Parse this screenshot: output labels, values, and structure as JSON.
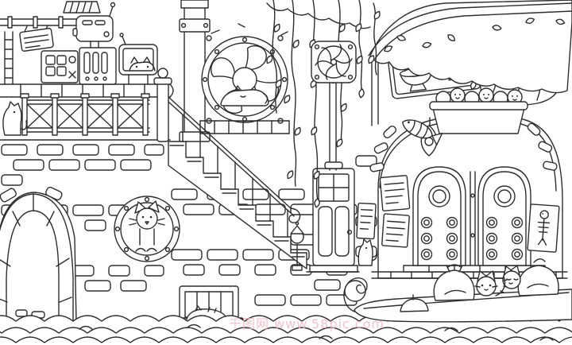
{
  "meta": {
    "artwork_type": "black-and-white line-art coloring page",
    "scene_title": "Canal-side cat town: noodle shop, staircase and gondola",
    "background_color": "#ffffff",
    "line_color": "#2e2e2e"
  },
  "watermark": {
    "text": "千图网 www.58pic.com",
    "color": "#f2b4bf"
  },
  "scene": {
    "objects": [
      {
        "name": "rooftop-contraption",
        "description": "toaster-shaped machine under a striped canopy with antenna and feed pipes"
      },
      {
        "name": "hanging-sign",
        "description": "tilted signboard with scribbled text hanging from the pipe"
      },
      {
        "name": "control-panels",
        "description": "boxes with square buttons, dial, vents and an X switch"
      },
      {
        "name": "cat-monitor",
        "description": "small screen with a cat face peeking up"
      },
      {
        "name": "service-ladder",
        "description": "short ladder on the left edge"
      },
      {
        "name": "upper-platform",
        "description": "stone ledge carrying the machines"
      },
      {
        "name": "cross-brace-fence",
        "description": "railing of posts with X cross braces"
      },
      {
        "name": "sitting-cat",
        "description": "cat sitting on the far-left ledge"
      },
      {
        "name": "square-column",
        "description": "tall square pillar with collared cap"
      },
      {
        "name": "wheel-window",
        "description": "large round window with four curved blades and bolted rim"
      },
      {
        "name": "window-sleeping-cat",
        "description": "cat asleep along the bottom of the round window"
      },
      {
        "name": "ventilation-fan",
        "description": "boxed fan on a pole above the small door"
      },
      {
        "name": "ivy-vines",
        "description": "hanging vine strands with leaves"
      },
      {
        "name": "leafy-awning",
        "description": "curved roof edged with foliage clusters"
      },
      {
        "name": "noodle-sign",
        "description": "board showing two noodle bowls with chopsticks and steam"
      },
      {
        "name": "wrapped-bundle",
        "description": "large pleated bundle tied at the top"
      },
      {
        "name": "bun-tray",
        "description": "tray of round buns, some with little faces"
      },
      {
        "name": "hanging-fish",
        "description": "small fish by the tray"
      },
      {
        "name": "lantern",
        "description": "teardrop lantern hanging between sign and doors"
      },
      {
        "name": "dome-shop",
        "description": "stone dome building with block-edged walls"
      },
      {
        "name": "arched-doors",
        "description": "two arched doors, each with porthole window and six round knobs"
      },
      {
        "name": "menu-posters",
        "description": "paper menus with scribbled lines"
      },
      {
        "name": "fishbone-poster",
        "description": "poster with a fish skeleton"
      },
      {
        "name": "staircase",
        "description": "stone steps descending to the right"
      },
      {
        "name": "stair-railing",
        "description": "sloped handrail with balusters and scroll end"
      },
      {
        "name": "stone-wall",
        "description": "wall of scattered outlined bricks"
      },
      {
        "name": "arched-tunnel",
        "description": "stone arch with radiating voussoirs"
      },
      {
        "name": "porthole-cat",
        "description": "round porthole window with a cat looking out"
      },
      {
        "name": "panel-door",
        "description": "door with four-pane window and two panels"
      },
      {
        "name": "wall-lamp",
        "description": "small round lamp on a post"
      },
      {
        "name": "doorstep-cat",
        "description": "small cat beside the door"
      },
      {
        "name": "basement-window",
        "description": "barred half-window at the waterline"
      },
      {
        "name": "windowsill-sleeping-cat",
        "description": "cat curled asleep on the sill"
      },
      {
        "name": "gondola",
        "description": "long boat with curled prow, cut by the right edge"
      },
      {
        "name": "cargo-sacks",
        "description": "tied sacks loaded in the boat"
      },
      {
        "name": "boat-cats",
        "description": "two cats riding among the sacks"
      },
      {
        "name": "water-waves",
        "description": "rows of scalloped waves across the bottom"
      }
    ]
  }
}
